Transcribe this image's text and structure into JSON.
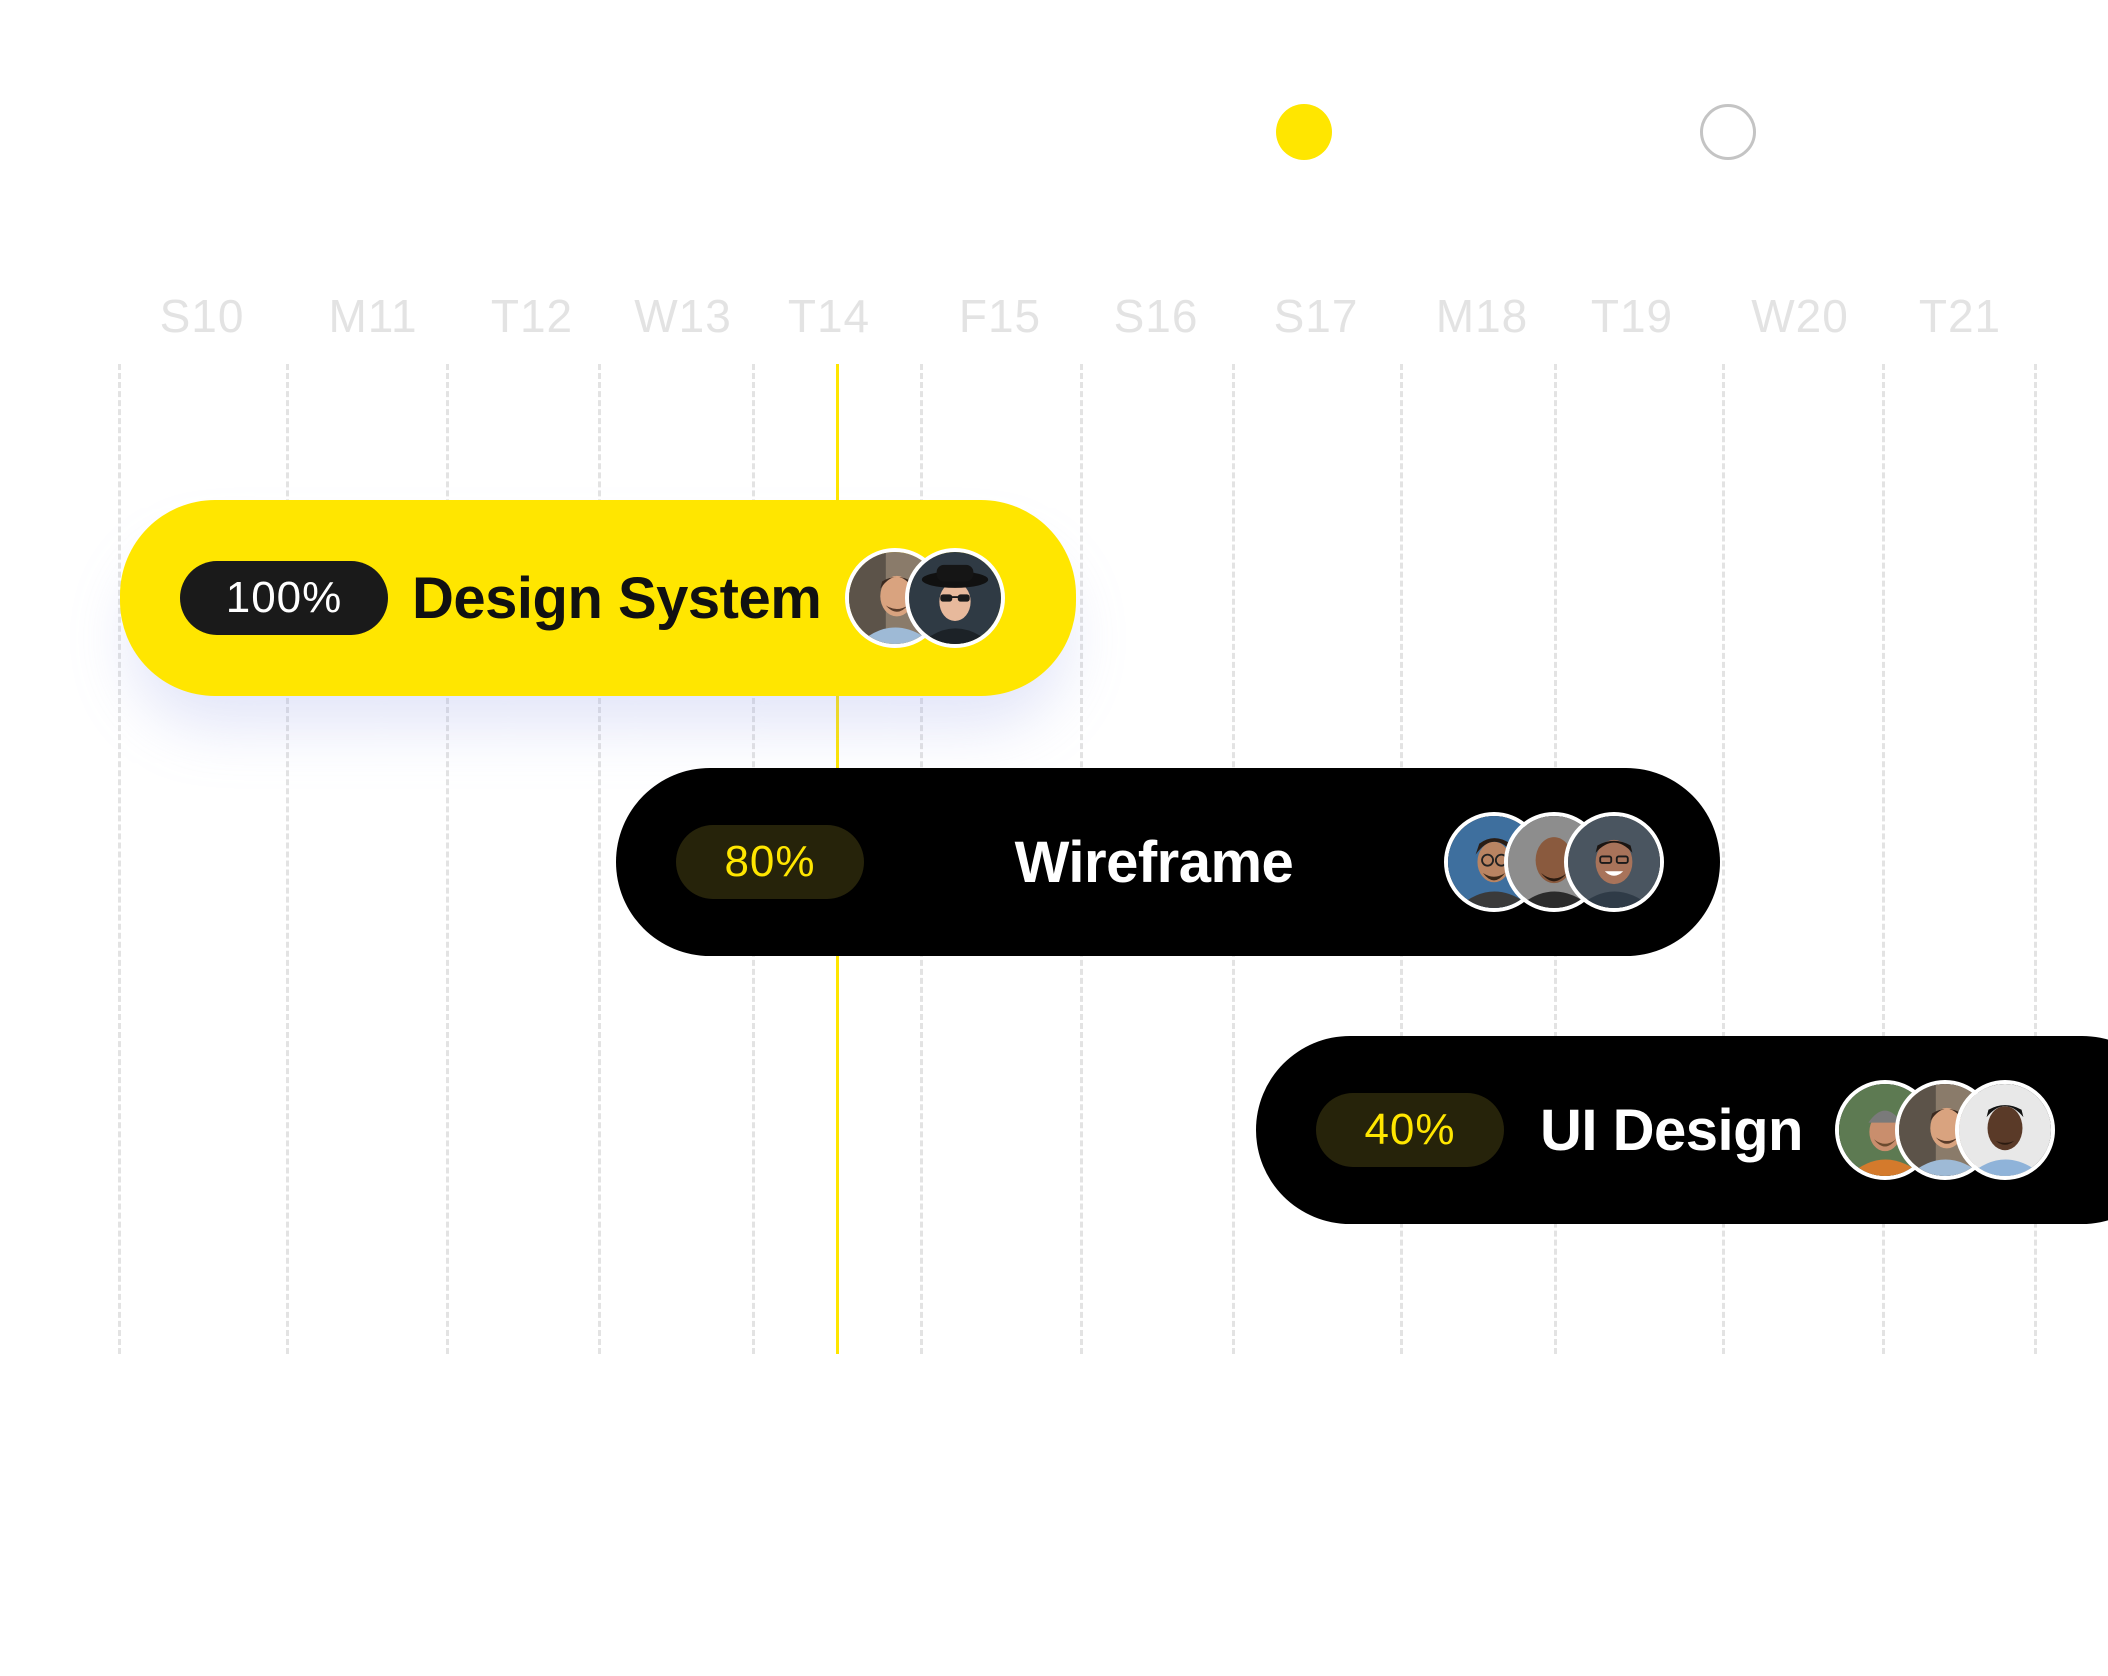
{
  "timeline": {
    "days": [
      "S10",
      "M11",
      "T12",
      "W13",
      "T14",
      "F15",
      "S16",
      "S17",
      "M18",
      "T19",
      "W20",
      "T21"
    ]
  },
  "colors": {
    "accent": "#ffe600",
    "dark_bar": "#000000",
    "grid": "#e3e3e3"
  },
  "tasks": [
    {
      "progress": "100%",
      "title": "Design System",
      "avatars": [
        "avatar-man-smiling",
        "avatar-man-hat-sunglasses"
      ]
    },
    {
      "progress": "80%",
      "title": "Wireframe",
      "avatars": [
        "avatar-man-glasses",
        "avatar-man-bald",
        "avatar-man-smiling-glasses"
      ]
    },
    {
      "progress": "40%",
      "title": "UI Design",
      "avatars": [
        "avatar-man-beanie",
        "avatar-man-smiling",
        "avatar-man-dark-hair"
      ]
    }
  ]
}
